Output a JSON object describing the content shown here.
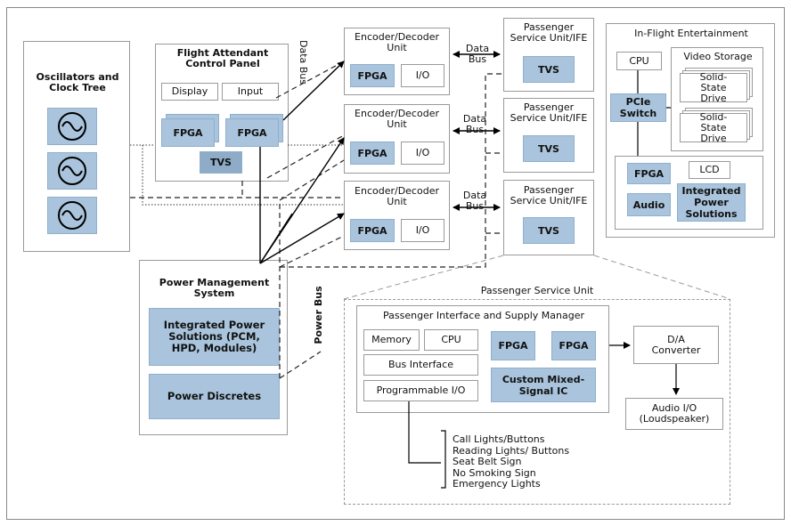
{
  "outer_frame": "",
  "oscillators": {
    "title": "Oscillators and Clock Tree",
    "icon": "sine-wave-icon"
  },
  "fa_panel": {
    "title": "Flight Attendant Control Panel",
    "display": "Display",
    "input": "Input",
    "fpga1": "FPGA",
    "fpga2": "FPGA",
    "tvs": "TVS"
  },
  "data_bus_vertical": "Data Bus",
  "power_bus_vertical": "Power Bus",
  "encoders": [
    {
      "title": "Encoder/Decoder Unit",
      "fpga": "FPGA",
      "io": "I/O"
    },
    {
      "title": "Encoder/Decoder Unit",
      "fpga": "FPGA",
      "io": "I/O"
    },
    {
      "title": "Encoder/Decoder Unit",
      "fpga": "FPGA",
      "io": "I/O"
    }
  ],
  "bus_labels": [
    "Data Bus",
    "Data Bus",
    "Data Bus"
  ],
  "psu_ife": [
    {
      "title": "Passenger Service Unit/IFE",
      "tvs": "TVS"
    },
    {
      "title": "Passenger Service Unit/IFE",
      "tvs": "TVS"
    },
    {
      "title": "Passenger Service Unit/IFE",
      "tvs": "TVS"
    }
  ],
  "ife": {
    "title": "In-Flight Entertainment",
    "cpu": "CPU",
    "pcie": "PCIe Switch",
    "video_storage": "Video Storage",
    "ssd1": "Solid-State Drive",
    "ssd2": "Solid-State Drive",
    "fpga": "FPGA",
    "lcd": "LCD",
    "audio": "Audio",
    "ips": "Integrated Power Solutions"
  },
  "pms": {
    "title": "Power Management System",
    "ips": "Integrated Power Solutions (PCM, HPD, Modules)",
    "discretes": "Power Discretes"
  },
  "psu_detail": {
    "title": "Passenger Service Unit",
    "pism": "Passenger Interface and Supply Manager",
    "memory": "Memory",
    "cpu": "CPU",
    "bus_interface": "Bus Interface",
    "prog_io": "Programmable I/O",
    "fpga1": "FPGA",
    "fpga2": "FPGA",
    "custom_ic": "Custom Mixed-Signal IC",
    "dac": "D/A Converter",
    "audio_io": "Audio I/O (Loudspeaker)",
    "outputs": [
      "Call Lights/Buttons",
      "Reading Lights/ Buttons",
      "Seat Belt Sign",
      "No Smoking Sign",
      "Emergency Lights"
    ]
  }
}
